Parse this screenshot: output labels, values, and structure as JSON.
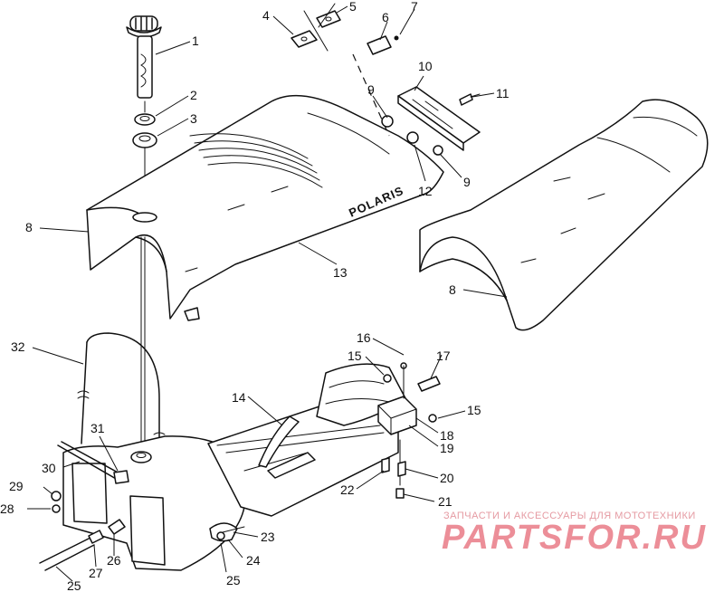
{
  "diagram": {
    "brand_label": "POLARIS",
    "callouts": [
      {
        "id": "c1",
        "text": "1"
      },
      {
        "id": "c2",
        "text": "2"
      },
      {
        "id": "c3",
        "text": "3"
      },
      {
        "id": "c4",
        "text": "4"
      },
      {
        "id": "c5",
        "text": "5"
      },
      {
        "id": "c6",
        "text": "6"
      },
      {
        "id": "c7",
        "text": "7"
      },
      {
        "id": "c8a",
        "text": "8"
      },
      {
        "id": "c8b",
        "text": "8"
      },
      {
        "id": "c9a",
        "text": "9"
      },
      {
        "id": "c9b",
        "text": "9"
      },
      {
        "id": "c10",
        "text": "10"
      },
      {
        "id": "c11",
        "text": "11"
      },
      {
        "id": "c12",
        "text": "12"
      },
      {
        "id": "c13",
        "text": "13"
      },
      {
        "id": "c14",
        "text": "14"
      },
      {
        "id": "c15a",
        "text": "15"
      },
      {
        "id": "c15b",
        "text": "15"
      },
      {
        "id": "c16",
        "text": "16"
      },
      {
        "id": "c17",
        "text": "17"
      },
      {
        "id": "c18",
        "text": "18"
      },
      {
        "id": "c19",
        "text": "19"
      },
      {
        "id": "c20",
        "text": "20"
      },
      {
        "id": "c21",
        "text": "21"
      },
      {
        "id": "c22",
        "text": "22"
      },
      {
        "id": "c23",
        "text": "23"
      },
      {
        "id": "c24",
        "text": "24"
      },
      {
        "id": "c25a",
        "text": "25"
      },
      {
        "id": "c25b",
        "text": "25"
      },
      {
        "id": "c26",
        "text": "26"
      },
      {
        "id": "c27",
        "text": "27"
      },
      {
        "id": "c28",
        "text": "28"
      },
      {
        "id": "c29",
        "text": "29"
      },
      {
        "id": "c30",
        "text": "30"
      },
      {
        "id": "c31",
        "text": "31"
      },
      {
        "id": "c32",
        "text": "32"
      }
    ]
  },
  "watermark": {
    "subtitle": "ЗАПЧАСТИ И АКСЕССУАРЫ ДЛЯ МОТОТЕХНИКИ",
    "logo_text": "PARTSFOR.RU",
    "color": "#ec8e98"
  }
}
